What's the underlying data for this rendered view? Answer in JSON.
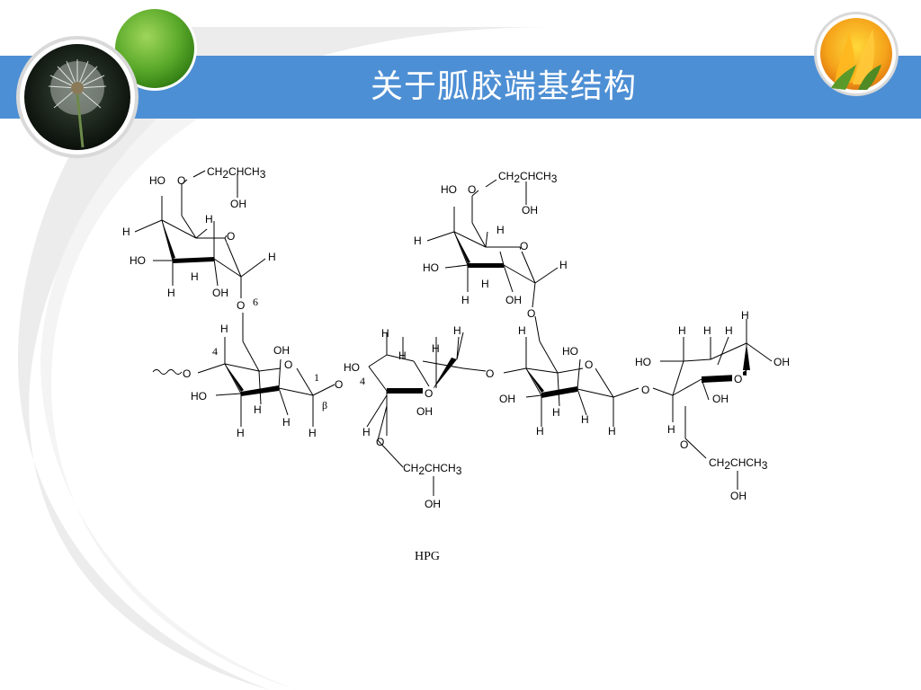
{
  "slide": {
    "title": "关于胍胶端基结构",
    "caption": "HPG"
  },
  "colors": {
    "title_band": "#4d8fd4",
    "title_text": "#ffffff",
    "green_circle": "#5aa92a",
    "background_swirl": "#e9e9e9"
  },
  "decorations": {
    "left_photo": "dandelion-photo",
    "right_photo": "tulip-photo",
    "green_ball": "green-circle"
  },
  "structure": {
    "name": "HPG",
    "ring_labels": {
      "ho": "HO",
      "oh": "OH",
      "h": "H",
      "o": "O"
    },
    "hydroxypropyl": {
      "ch2": "CH",
      "ch2_sub": "2",
      "chch3": "CHCH",
      "ch3_sub": "3",
      "oh": "OH"
    },
    "position_labels": {
      "six": "6",
      "four_a": "4",
      "one": "1",
      "four_b": "4",
      "beta": "β"
    }
  }
}
